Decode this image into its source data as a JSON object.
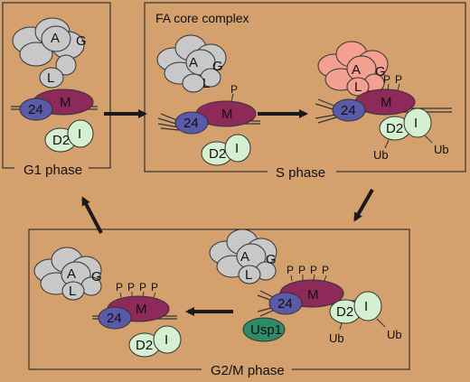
{
  "panels": {
    "g1": {
      "label": "G1 phase"
    },
    "s": {
      "title": "FA core complex",
      "label": "S phase"
    },
    "g2m": {
      "label": "G2/M phase"
    }
  },
  "proteins": {
    "a": "A",
    "g": "G",
    "l": "L",
    "m": "M",
    "fancd2": "D2",
    "fanci": "I",
    "faap24": "24",
    "usp1": "Usp1"
  },
  "modifications": {
    "phosphate": "P",
    "ubiquitin": "Ub"
  },
  "colors": {
    "background": "#d3a06e",
    "core_inactive": "#c8c8c8",
    "core_active": "#f4a090",
    "fancm": "#8e2a5a",
    "faap24": "#5a5aa8",
    "d2_i": "#d4f0d0",
    "usp1": "#2f8a68"
  }
}
